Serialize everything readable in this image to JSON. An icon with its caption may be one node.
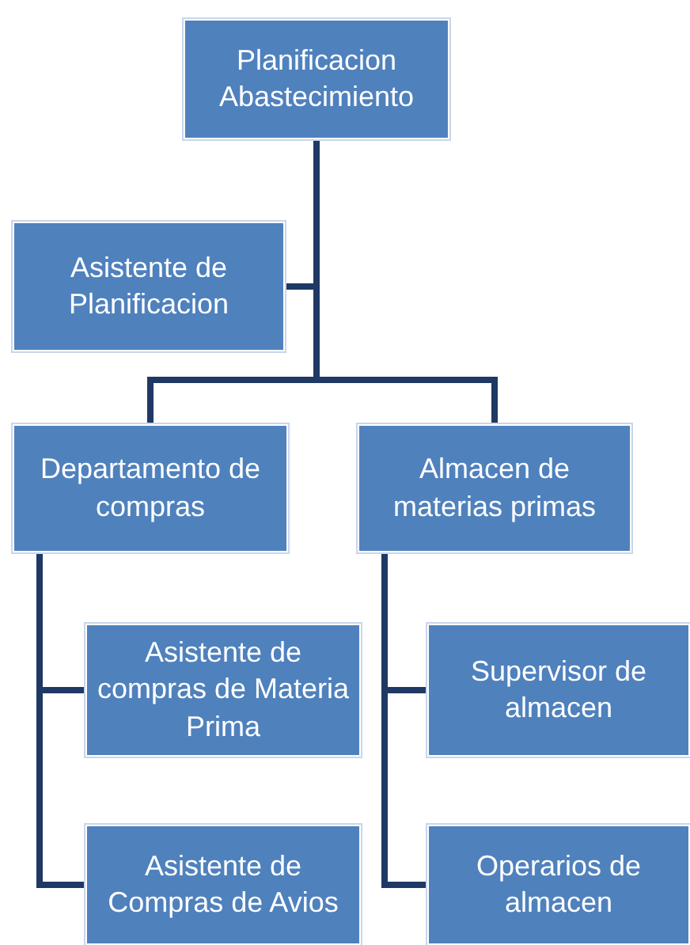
{
  "diagram": {
    "nodes": [
      {
        "text": [
          "Planificacion Abastecimiento"
        ]
      },
      {
        "text": [
          "Asistente de Planificacion"
        ]
      },
      {
        "text": [
          "Departamento de compras"
        ]
      },
      {
        "text": [
          "Almacen de materias primas"
        ]
      },
      {
        "text": [
          "Asistente de compras de Materia Prima"
        ]
      },
      {
        "text": [
          "Asistente de Compras de Avios"
        ]
      },
      {
        "text": [
          "Supervisor de almacen"
        ]
      },
      {
        "text": [
          "Operarios de almacen"
        ]
      }
    ],
    "edges": [
      {
        "from": 0,
        "to": 1,
        "arrow": "none"
      },
      {
        "from": 0,
        "to": 2,
        "arrow": "none"
      },
      {
        "from": 0,
        "to": 3,
        "arrow": "none"
      },
      {
        "from": 2,
        "to": 4,
        "arrow": "none"
      },
      {
        "from": 2,
        "to": 5,
        "arrow": "none"
      },
      {
        "from": 3,
        "to": 6,
        "arrow": "none"
      },
      {
        "from": 3,
        "to": 7,
        "arrow": "none"
      }
    ]
  }
}
